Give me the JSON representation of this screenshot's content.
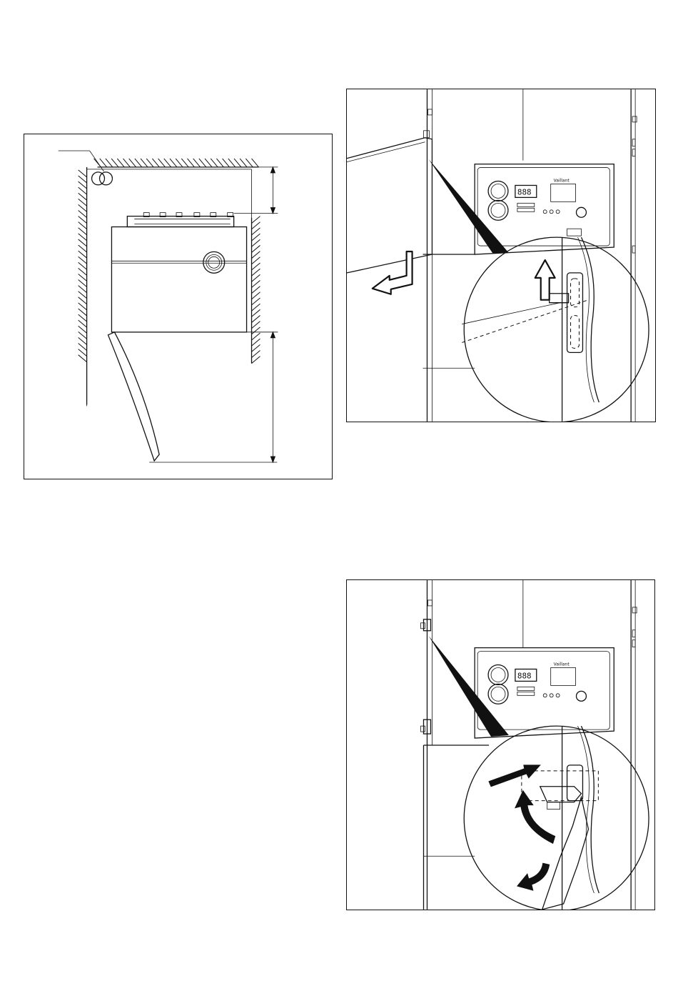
{
  "figures": [
    {
      "id": "installation-clearance-plan"
    },
    {
      "id": "door-hinge-removal-top",
      "display": {
        "digits": "888"
      },
      "panel_brand": "Vaillant"
    },
    {
      "id": "door-hinge-removal-bottom",
      "display": {
        "digits": "888"
      },
      "panel_brand": "Vaillant"
    }
  ]
}
